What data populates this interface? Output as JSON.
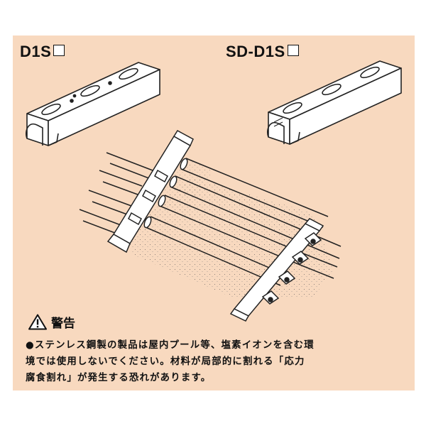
{
  "products": {
    "left_label": "D1S",
    "right_label": "SD-D1S"
  },
  "icons": {
    "product_code_placeholder": "square-outline-icon",
    "warning": "warning-triangle-icon"
  },
  "colors": {
    "panel_background": "#f8d9bf",
    "line_art": "#222222",
    "text": "#111111"
  },
  "warning": {
    "title": "警告",
    "lines": [
      "●ステンレス鋼製の製品は屋内プール等、塩素イオンを含む環",
      "境では使用しないでください。材料が局部的に割れる「応力",
      "腐食割れ」が発生する恐れがあります。"
    ]
  }
}
